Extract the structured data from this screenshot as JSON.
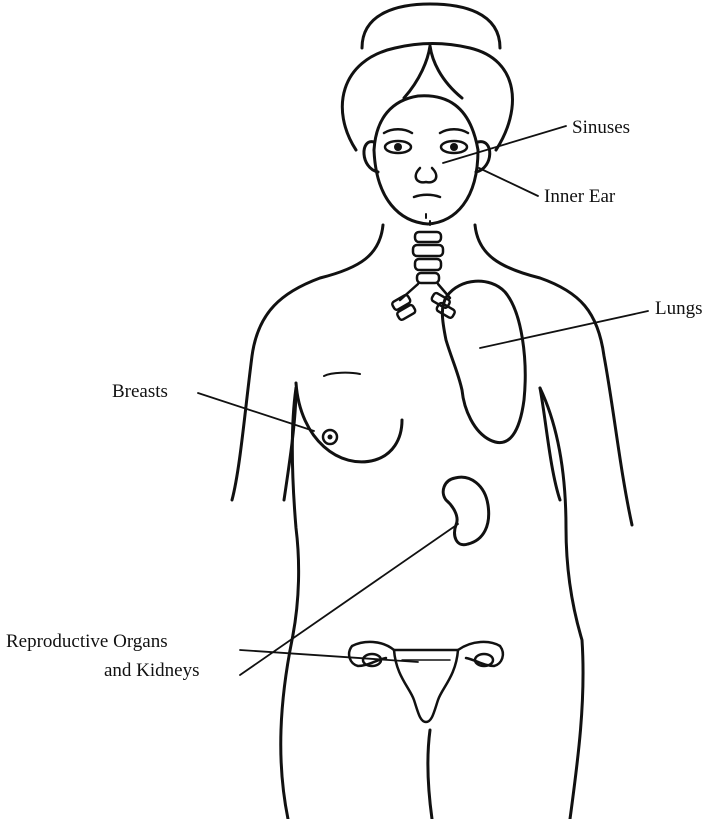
{
  "labels": {
    "sinuses": "Sinuses",
    "inner_ear": "Inner Ear",
    "lungs": "Lungs",
    "breasts": "Breasts",
    "reproductive_line1": "Reproductive Organs",
    "reproductive_line2": "and Kidneys"
  },
  "colors": {
    "line": "#111111",
    "paper": "#ffffff"
  }
}
